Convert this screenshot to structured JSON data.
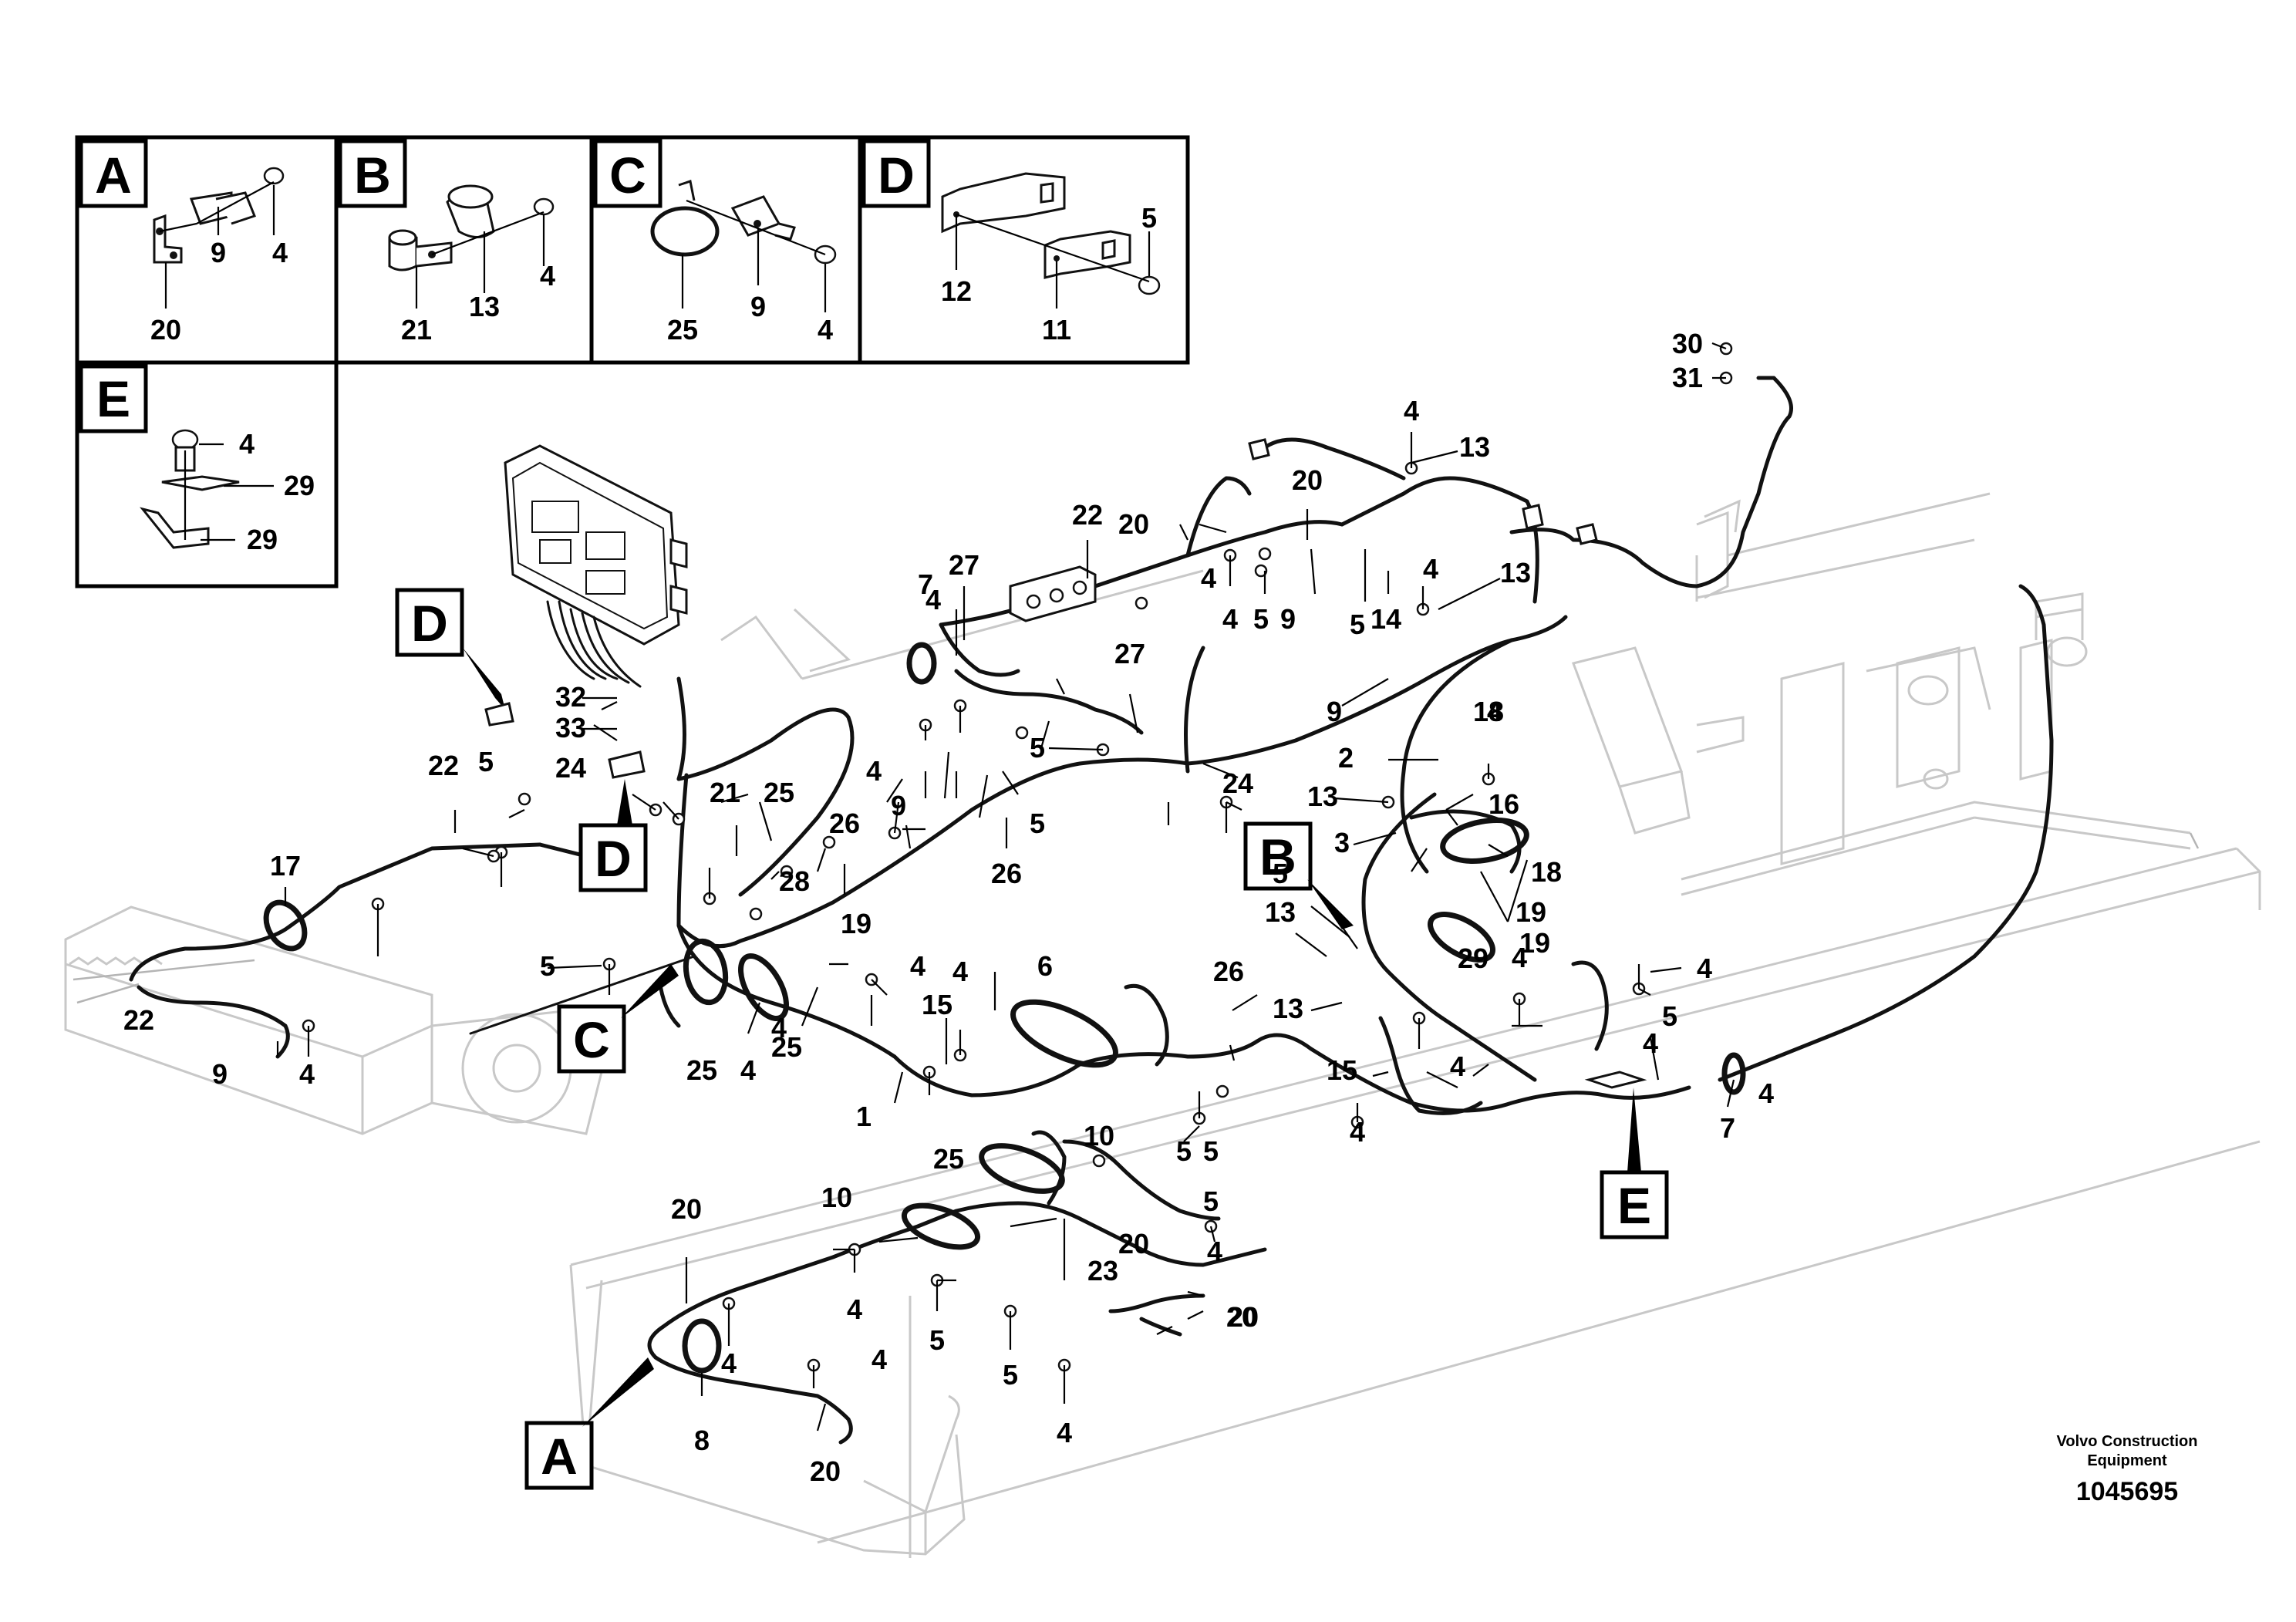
{
  "detail_boxes": [
    {
      "letter": "A",
      "labels": [
        "4",
        "9",
        "20"
      ]
    },
    {
      "letter": "B",
      "labels": [
        "21",
        "13",
        "4"
      ]
    },
    {
      "letter": "C",
      "labels": [
        "25",
        "9",
        "4"
      ]
    },
    {
      "letter": "D",
      "labels": [
        "5",
        "12",
        "11"
      ]
    },
    {
      "letter": "E",
      "labels": [
        "4",
        "29",
        "29"
      ]
    }
  ],
  "callouts": [
    "D",
    "D",
    "C",
    "B",
    "E",
    "A"
  ],
  "part_labels": [
    "30",
    "31",
    "4",
    "13",
    "20",
    "22",
    "20",
    "7",
    "27",
    "4",
    "4",
    "5",
    "9",
    "5",
    "14",
    "4",
    "13",
    "27",
    "9",
    "5",
    "24",
    "32",
    "33",
    "22",
    "5",
    "24",
    "21",
    "25",
    "17",
    "26",
    "9",
    "4",
    "26",
    "5",
    "4",
    "2",
    "18",
    "13",
    "16",
    "3",
    "18",
    "19",
    "13",
    "29",
    "28",
    "19",
    "5",
    "4",
    "15",
    "4",
    "6",
    "26",
    "13",
    "4",
    "15",
    "4",
    "22",
    "9",
    "4",
    "25",
    "4",
    "25",
    "1",
    "25",
    "5",
    "5",
    "7",
    "10",
    "10",
    "5",
    "23",
    "20",
    "20",
    "4",
    "4",
    "5",
    "5",
    "4",
    "8",
    "20",
    "4",
    "4",
    "20",
    "4",
    "5",
    "4",
    "19",
    "4",
    "4",
    "5",
    "4",
    "20",
    "4"
  ],
  "footer": {
    "brand_line1": "Volvo Construction",
    "brand_line2": "Equipment",
    "doc_number": "1045695"
  }
}
